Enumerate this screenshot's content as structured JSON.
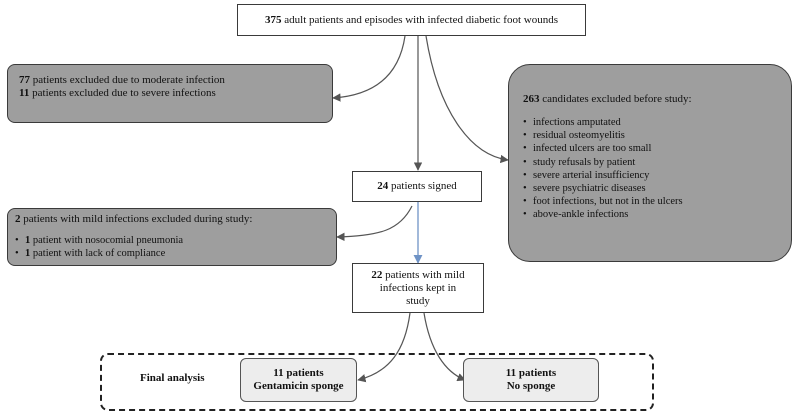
{
  "top_box": {
    "count": "375",
    "text": " adult patients and episodes with infected diabetic foot wounds"
  },
  "excluded_left": {
    "line1_count": "77",
    "line1_text": " patients excluded due to moderate infection",
    "line2_count": "11",
    "line2_text": " patients excluded due to severe infections"
  },
  "excluded_right": {
    "count": "263",
    "title": " candidates excluded before study:",
    "items": [
      "infections amputated",
      "residual osteomyelitis",
      "infected ulcers are too small",
      "study refusals by patient",
      "severe arterial insufficiency",
      "severe psychiatric diseases",
      "foot infections, but not in the ulcers",
      "above-ankle infections"
    ]
  },
  "signed_box": {
    "count": "24",
    "text": " patients signed"
  },
  "during_study": {
    "count": "2",
    "title": " patients with mild infections excluded during study:",
    "items": [
      {
        "count": "1",
        "text": " patient with nosocomial pneumonia"
      },
      {
        "count": "1",
        "text": " patient with lack of compliance"
      }
    ]
  },
  "kept_box": {
    "count": "22",
    "line1": " patients with mild",
    "line2": "infections kept in",
    "line3": "study"
  },
  "final": {
    "label": "Final analysis",
    "group1": {
      "line1": "11 patients",
      "line2": "Gentamicin sponge"
    },
    "group2": {
      "line1": "11 patients",
      "line2": "No sponge"
    }
  },
  "colors": {
    "excluded_fill": "#9e9e9e",
    "final_fill": "#ededed",
    "highlight_arrow": "#6f93c6"
  }
}
